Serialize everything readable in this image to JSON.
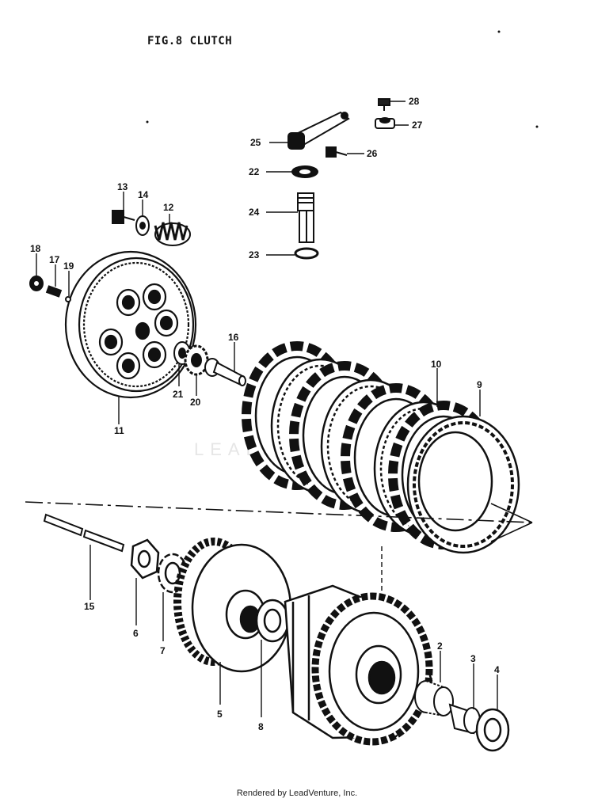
{
  "figure": {
    "title": "FIG.8 CLUTCH"
  },
  "watermark": "LEAD",
  "footer": "Rendered by LeadVenture, Inc.",
  "callouts": [
    "2",
    "3",
    "4",
    "5",
    "6",
    "7",
    "8",
    "9",
    "10",
    "11",
    "12",
    "13",
    "14",
    "15",
    "16",
    "17",
    "18",
    "19",
    "20",
    "21",
    "22",
    "23",
    "24",
    "25",
    "26",
    "27",
    "28"
  ]
}
